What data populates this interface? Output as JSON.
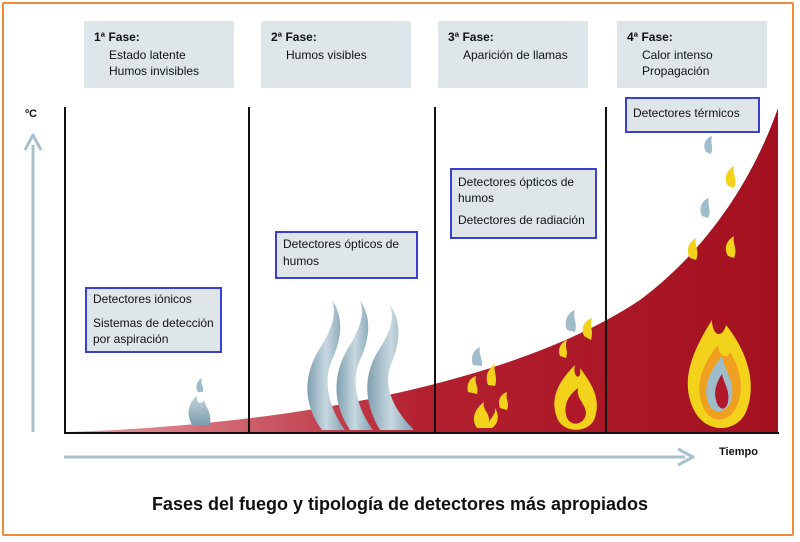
{
  "phases": [
    {
      "title": "1ª Fase:",
      "lines": [
        "Estado latente",
        "Humos invisibles"
      ]
    },
    {
      "title": "2ª Fase:",
      "lines": [
        "Humos visibles"
      ]
    },
    {
      "title": "3ª Fase:",
      "lines": [
        "Aparición de llamas"
      ]
    },
    {
      "title": "4ª Fase:",
      "lines": [
        "Calor intenso",
        "Propagación"
      ]
    }
  ],
  "detectors": {
    "phase1": {
      "line1": "Detectores iónicos",
      "line2": "Sistemas de detección",
      "line3": "por aspiración"
    },
    "phase2": {
      "line1": "Detectores ópticos de",
      "line2": "humos"
    },
    "phase3": {
      "line1": "Detectores ópticos de",
      "line2": "humos",
      "line3": "Detectores de radiación"
    },
    "phase4": {
      "line1": "Detectores térmicos"
    }
  },
  "axes": {
    "y_label": "ºC",
    "x_label": "Tiempo"
  },
  "caption": "Fases del fuego y tipología de detectores más apropiados",
  "colors": {
    "border": "#ef8a3a",
    "curve": "#b2182b",
    "smoke": "#8faebd",
    "flame_yellow": "#f2d21a",
    "box_border": "#3b3fd0",
    "box_fill": "#dfe6ea",
    "axis": "#a9c1cf"
  }
}
